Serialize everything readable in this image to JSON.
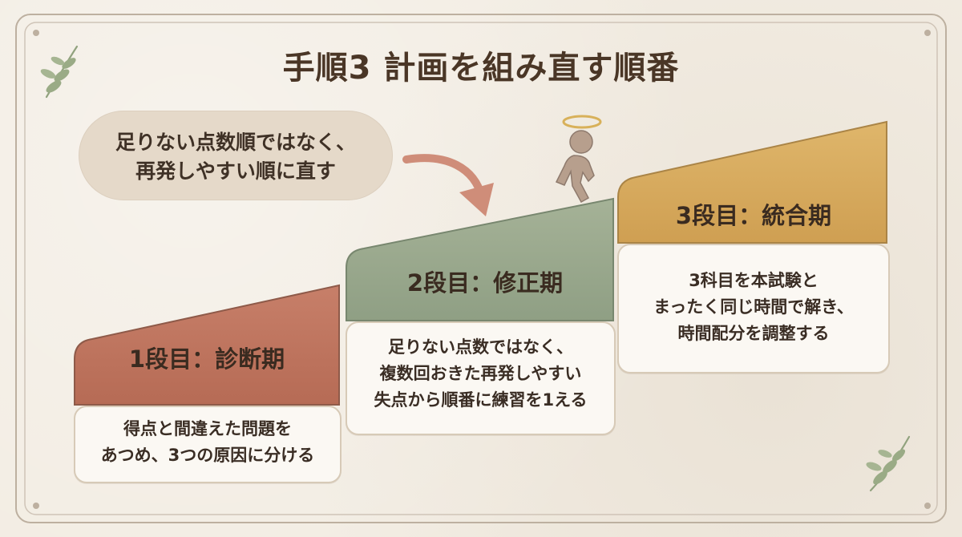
{
  "title": "手順3 計画を組み直す順番",
  "callout": {
    "lines": [
      "足りない点数順ではなく、",
      "再発しやすい順に直す"
    ]
  },
  "steps": [
    {
      "label": "1段目：診断期",
      "color": "#b66b55",
      "lines": [
        "得点と間違えた問題を",
        "あつめ、3つの原因に分ける"
      ]
    },
    {
      "label": "2段目：修正期",
      "color": "#97a68b",
      "lines": [
        "足りない点数ではなく、",
        "複数回おきた再発しやすい",
        "失点から順番に練習を1える"
      ]
    },
    {
      "label": "3段目：統合期",
      "color": "#d6aa5b",
      "lines": [
        "3科目を本試験と",
        "まったく同じ時間で解き、",
        "時間配分を調整する"
      ]
    }
  ],
  "colors": {
    "title": "#4a3626",
    "accent_brown": "#b66b55",
    "accent_green": "#97a68b",
    "accent_gold": "#d6aa5b",
    "arrow": "#cf8d79"
  }
}
